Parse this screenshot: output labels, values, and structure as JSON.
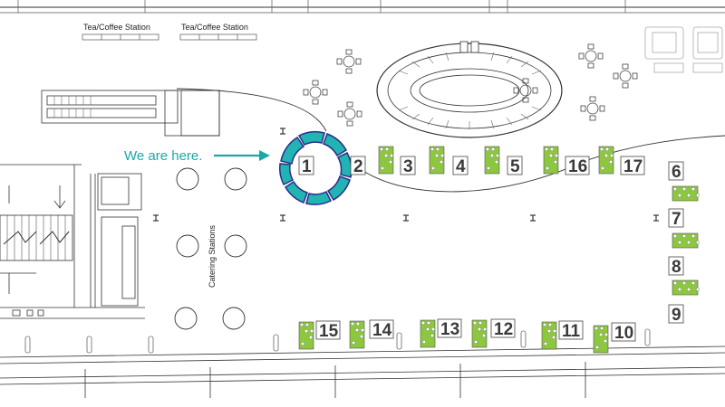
{
  "labels": {
    "tea_left": "Tea/Coffee Station",
    "tea_right": "Tea/Coffee Station",
    "catering": "Catering Stations",
    "here": "We are here."
  },
  "colors": {
    "accent": "#1aa8a8",
    "ring_fill": "#22b3b3",
    "ring_dark": "#3c3c9a",
    "plant": "#8dc63f",
    "line": "#333333"
  },
  "booths": [
    {
      "num": "1"
    },
    {
      "num": "2"
    },
    {
      "num": "3"
    },
    {
      "num": "4"
    },
    {
      "num": "5"
    },
    {
      "num": "16"
    },
    {
      "num": "17"
    },
    {
      "num": "6"
    },
    {
      "num": "7"
    },
    {
      "num": "8"
    },
    {
      "num": "9"
    },
    {
      "num": "15"
    },
    {
      "num": "14"
    },
    {
      "num": "13"
    },
    {
      "num": "12"
    },
    {
      "num": "11"
    },
    {
      "num": "10"
    }
  ],
  "icons": {
    "arrow": "arrow-right-icon",
    "plant": "plant-icon",
    "table": "round-table-icon"
  }
}
